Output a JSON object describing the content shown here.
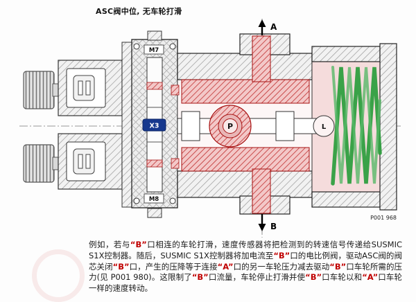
{
  "title": "ASC阀中位, 无车轮打滑",
  "diagram": {
    "labels": {
      "port_a": "A",
      "port_b": "B",
      "port_p": "P",
      "port_l": "L",
      "gauge_m7": "M7",
      "gauge_m8": "M8",
      "connector_x3": "X3",
      "figure_number": "P001 968"
    },
    "colors": {
      "pressure_red": "#a61111",
      "pressure_pink": "#f3c8c8",
      "spring_green": "#2f9e3f",
      "x3_badge_blue": "#16388e",
      "highlight_red": "#c00000"
    }
  },
  "caption": {
    "segments": [
      {
        "t": "例如，若与"
      },
      {
        "t": "“B”",
        "hl": true
      },
      {
        "t": "口相连的车轮打滑，速度传感器将把检测到的转速信号传递给SUSMIC S1X控制器。随后，SUSMIC S1X控制器将加电流至"
      },
      {
        "t": "“B”",
        "hl": true
      },
      {
        "t": "口的电比例阀，驱动ASC阀的阀芯关闭"
      },
      {
        "t": "“B”",
        "hl": true
      },
      {
        "t": "口，产生的压降等于连接"
      },
      {
        "t": "“A”",
        "hl": true
      },
      {
        "t": "口的另一车轮压力减去驱动"
      },
      {
        "t": "“B”",
        "hl": true
      },
      {
        "t": "口车轮所需的压力(见 P001 980)。这限制了"
      },
      {
        "t": "“B”",
        "hl": true
      },
      {
        "t": "口流量，车轮停止打滑并使"
      },
      {
        "t": "“B”",
        "hl": true
      },
      {
        "t": "口车轮以和"
      },
      {
        "t": "“A”",
        "hl": true
      },
      {
        "t": "口车轮一样的速度转动。"
      }
    ]
  }
}
